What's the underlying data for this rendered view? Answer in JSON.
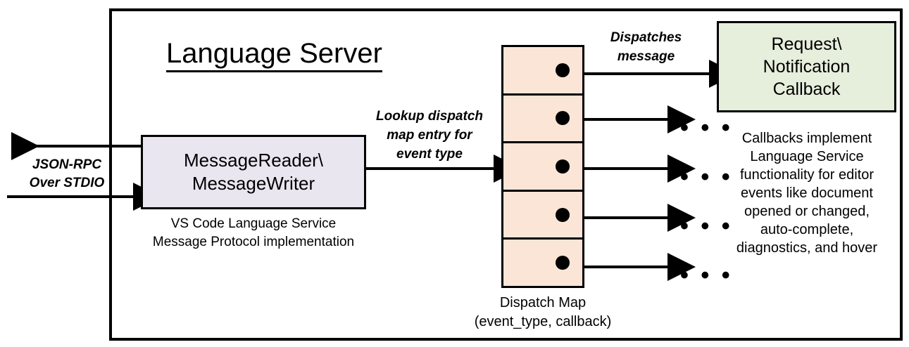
{
  "diagram": {
    "title": "Language Server",
    "frame_border_color": "#000000",
    "io_label": {
      "line1": "JSON-RPC",
      "line2": "Over STDIO"
    },
    "message_io": {
      "line1": "MessageReader\\",
      "line2": "MessageWriter",
      "fill": "#E9E6F0",
      "caption_line1": "VS Code Language Service",
      "caption_line2": "Message Protocol implementation"
    },
    "lookup_label": {
      "line1": "Lookup dispatch",
      "line2": "map entry for",
      "line3": "event type"
    },
    "dispatch_map": {
      "fill": "#FBE5D6",
      "rows": [
        {
          "dot": "callback-dot"
        },
        {
          "dot": "callback-dot"
        },
        {
          "dot": "callback-dot"
        },
        {
          "dot": "callback-dot"
        },
        {
          "dot": "callback-dot"
        }
      ],
      "caption_line1": "Dispatch Map",
      "caption_line2": "(event_type, callback)"
    },
    "dispatches_label": {
      "line1": "Dispatches",
      "line2": "message"
    },
    "callback": {
      "line1": "Request\\",
      "line2": "Notification",
      "line3": "Callback",
      "fill": "#E6EEDC",
      "caption": "Callbacks implement Language Service functionality for editor events like document opened or changed, auto-complete, diagnostics, and hover",
      "caption_lines": [
        "Callbacks implement",
        "Language Service",
        "functionality for editor",
        "events like document",
        "opened or changed,",
        "auto-complete,",
        "diagnostics, and hover"
      ]
    },
    "ellipsis": "• • •"
  }
}
